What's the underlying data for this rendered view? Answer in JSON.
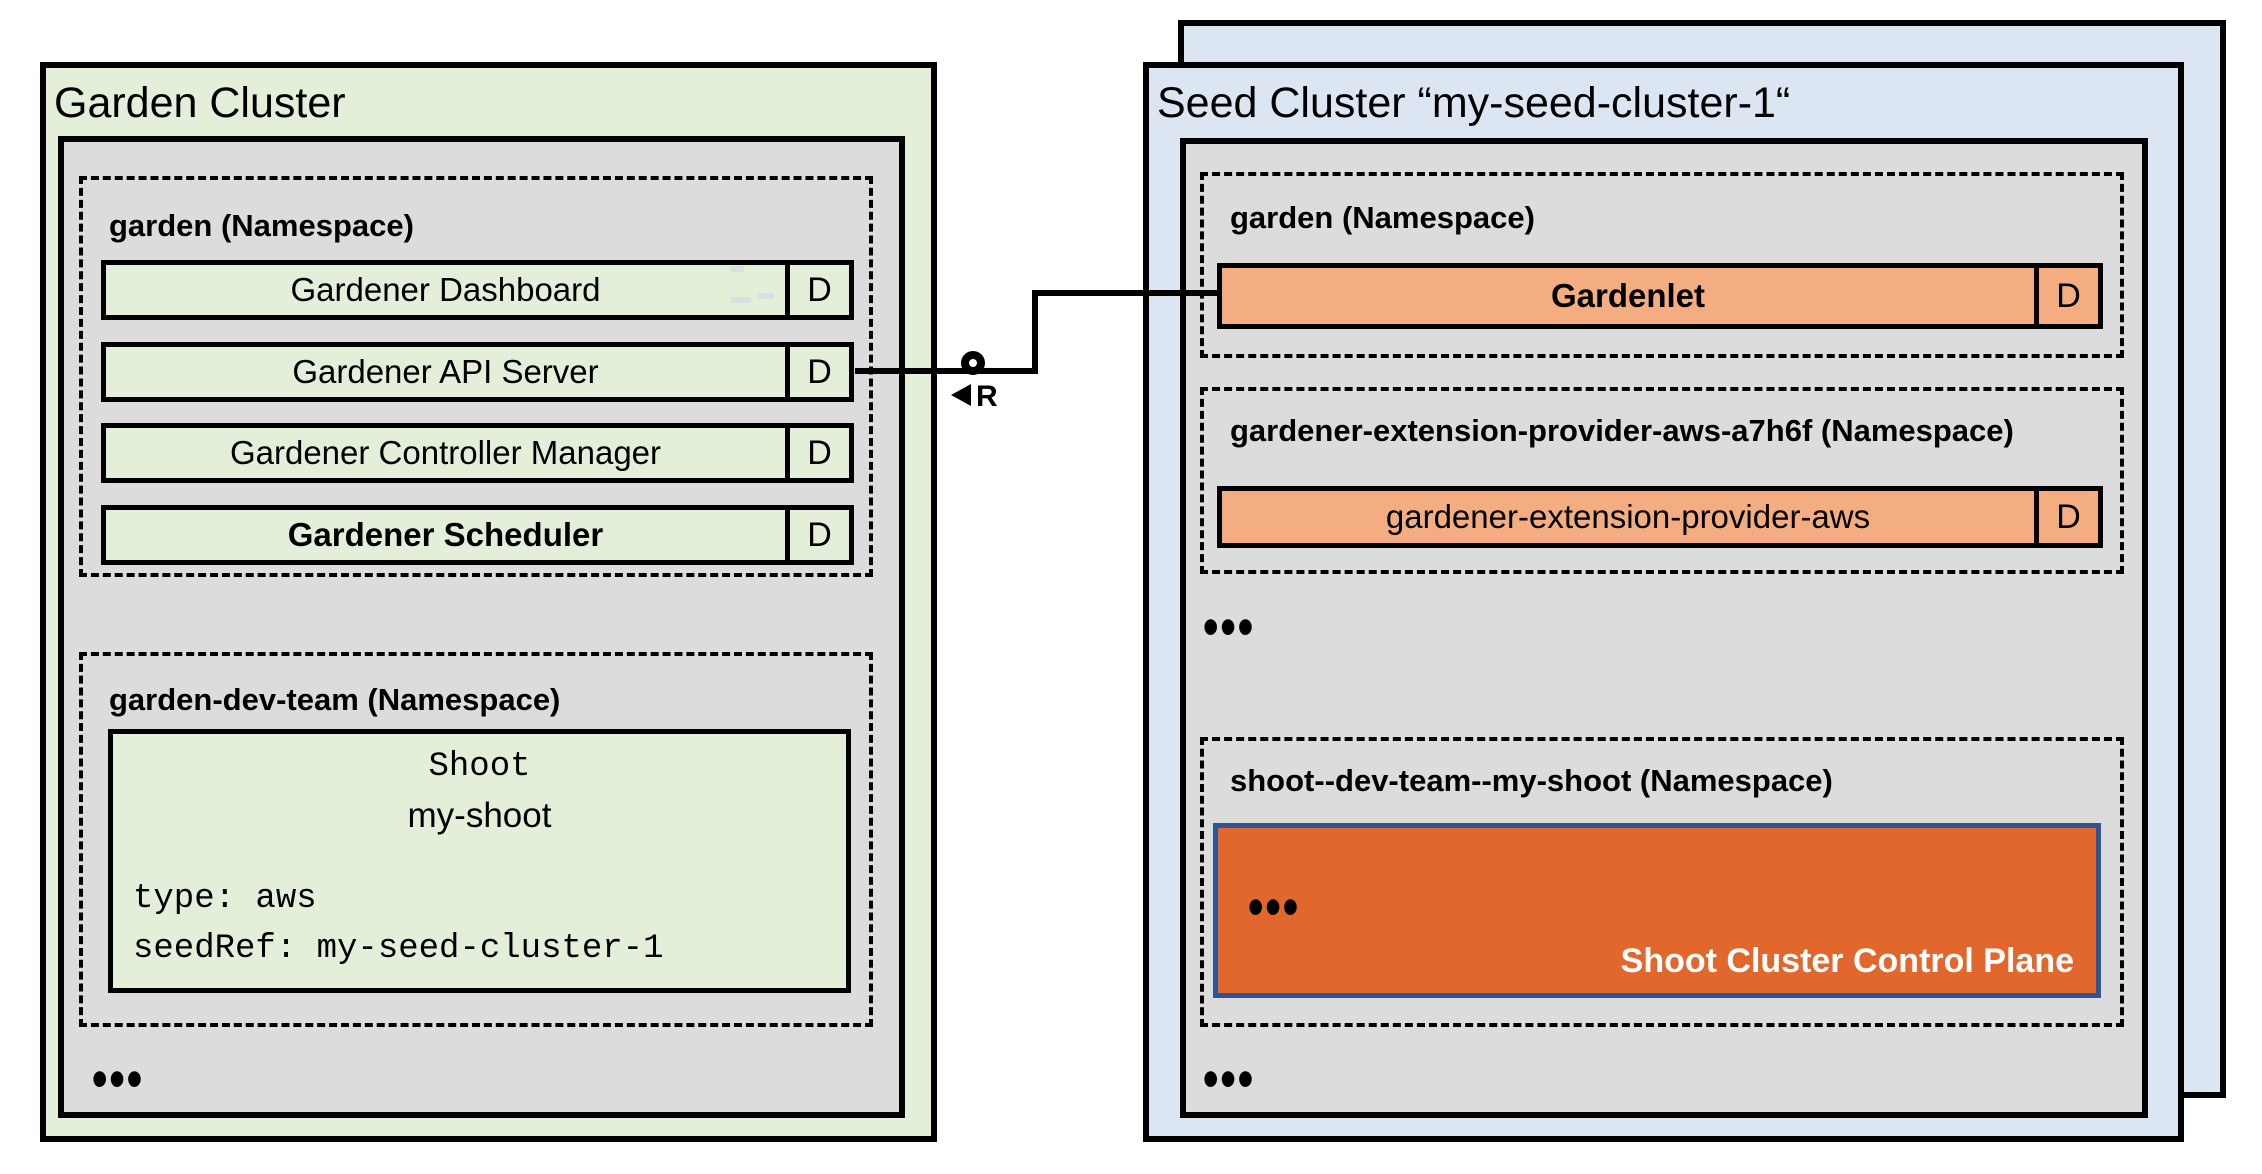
{
  "diagram": {
    "garden_cluster": {
      "title": "Garden Cluster",
      "garden_namespace": {
        "title": "garden (Namespace)",
        "components": [
          {
            "label": "Gardener Dashboard",
            "badge": "D"
          },
          {
            "label": "Gardener API Server",
            "badge": "D"
          },
          {
            "label": "Gardener Controller Manager",
            "badge": "D"
          },
          {
            "label": "Gardener Scheduler",
            "badge": "D"
          }
        ]
      },
      "dev_team_namespace": {
        "title": "garden-dev-team (Namespace)",
        "shoot_resource": {
          "kind": "Shoot",
          "name": "my-shoot",
          "spec": [
            "type: aws",
            "seedRef: my-seed-cluster-1"
          ]
        }
      },
      "more_indicator": "•••"
    },
    "connection": {
      "interface_label": "R"
    },
    "seed_cluster": {
      "title": "Seed Cluster “my-seed-cluster-1“",
      "garden_namespace": {
        "title": "garden (Namespace)",
        "component": {
          "label": "Gardenlet",
          "badge": "D"
        }
      },
      "extension_namespace": {
        "title": "gardener-extension-provider-aws-a7h6f (Namespace)",
        "component": {
          "label": "gardener-extension-provider-aws",
          "badge": "D"
        }
      },
      "more_indicator_top": "•••",
      "shoot_namespace": {
        "title": "shoot--dev-team--my-shoot (Namespace)",
        "control_plane": {
          "more_indicator": "•••",
          "label": "Shoot Cluster Control Plane"
        }
      },
      "more_indicator_bottom": "•••"
    },
    "colors": {
      "garden_cluster_fill": "#e3efd9",
      "seed_cluster_fill": "#dbe6f2",
      "namespace_box_fill": "#dcdcdc",
      "component_green_fill": "#e3efd9",
      "component_orange_fill": "#f4ad80",
      "control_plane_fill": "#e2672d",
      "control_plane_border": "#2f5597",
      "line_color": "#000000"
    }
  }
}
